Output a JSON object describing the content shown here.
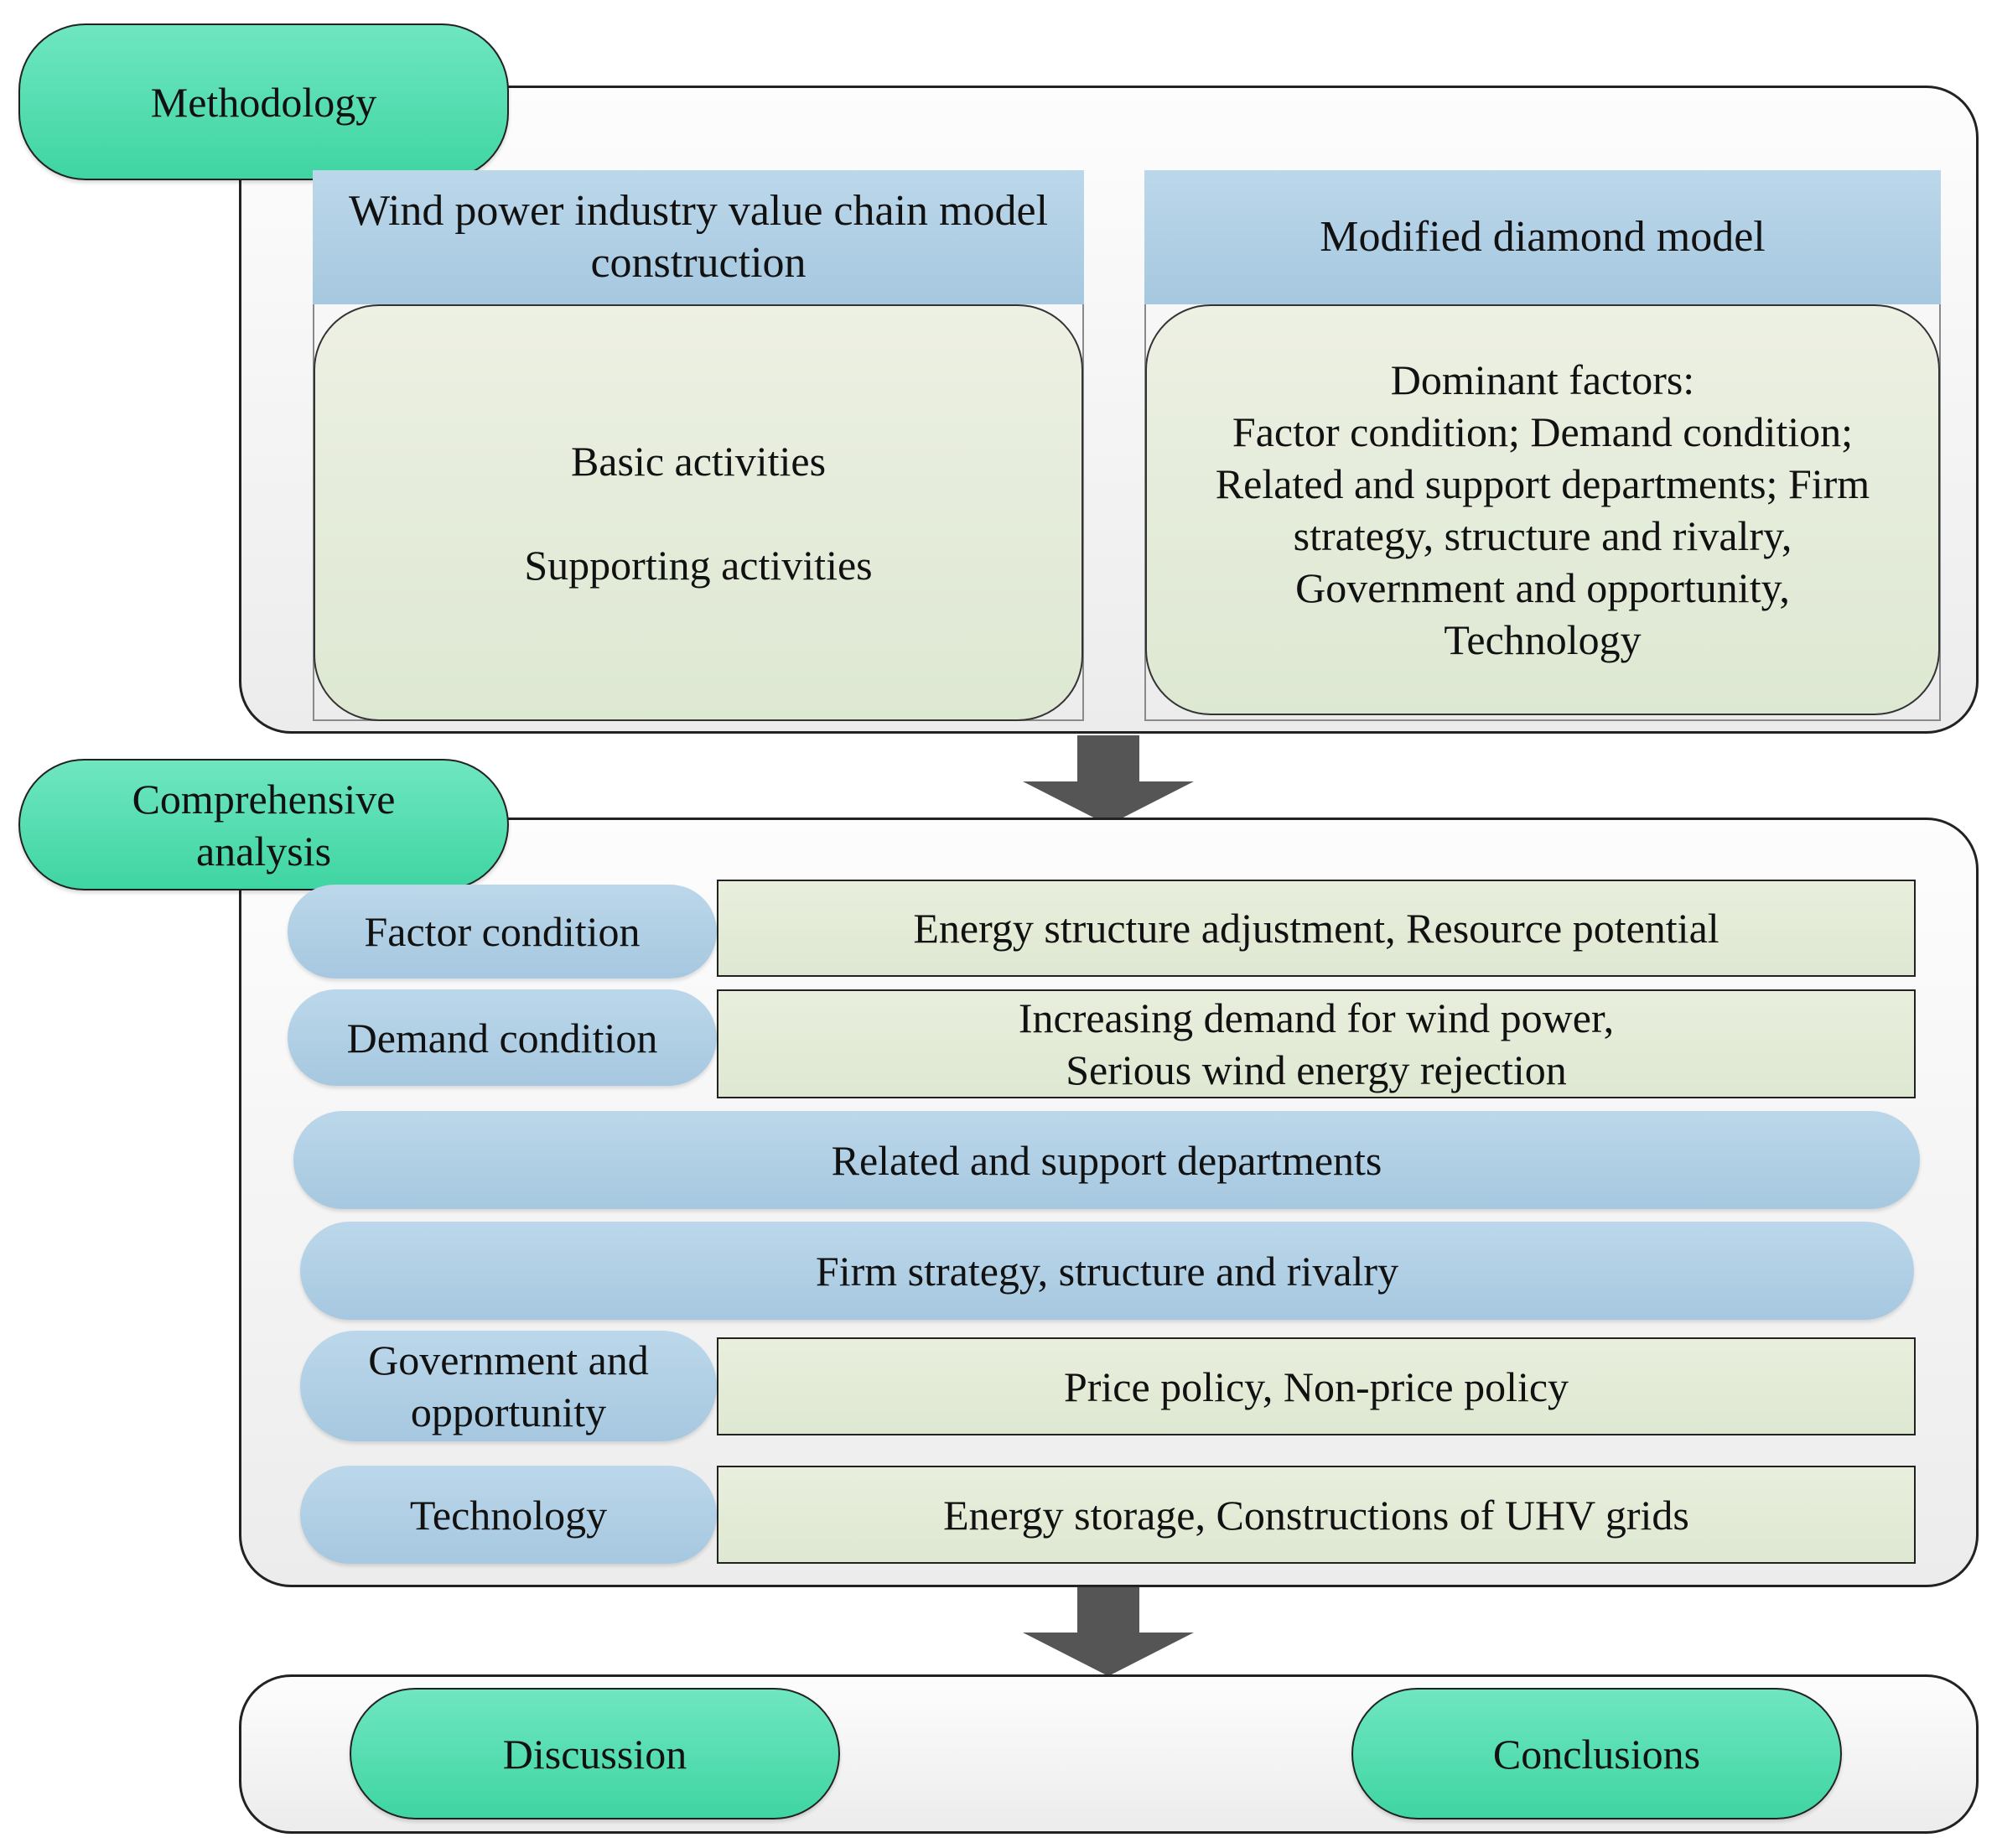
{
  "methodology": {
    "tag": "Methodology",
    "value_chain": {
      "heading": "Wind power industry value chain model construction",
      "items": [
        "Basic activities",
        "Supporting activities"
      ]
    },
    "diamond": {
      "heading": "Modified diamond model",
      "lines": [
        "Dominant factors:",
        "Factor condition; Demand condition;",
        "Related and support departments; Firm",
        "strategy, structure and rivalry,",
        "Government and opportunity,",
        "Technology"
      ]
    }
  },
  "analysis": {
    "tag": "Comprehensive analysis",
    "factor_condition": {
      "label": "Factor condition",
      "detail": "Energy structure adjustment, Resource potential"
    },
    "demand_condition": {
      "label": "Demand condition",
      "detail_lines": [
        "Increasing demand for wind power,",
        "Serious wind energy rejection"
      ]
    },
    "related_support": "Related and support departments",
    "firm_strategy": "Firm strategy, structure and rivalry",
    "government": {
      "label": "Government and opportunity",
      "detail": "Price policy, Non-price policy"
    },
    "technology": {
      "label": "Technology",
      "detail": "Energy storage, Constructions of UHV grids"
    }
  },
  "outcome": {
    "discussion": "Discussion",
    "conclusions": "Conclusions"
  },
  "colors": {
    "tag_green": "#4fdcac",
    "blue": "#b0cfe5",
    "green_panel": "#e3ebd7",
    "arrow": "#555555"
  }
}
